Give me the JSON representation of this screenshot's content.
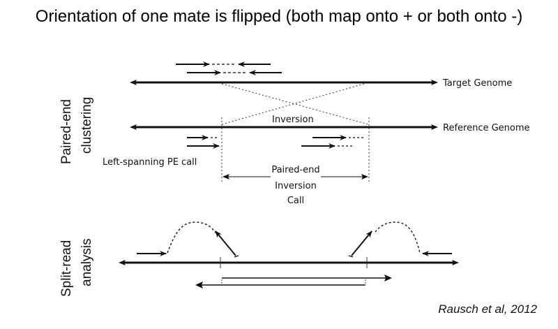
{
  "title": "Orientation of one mate is flipped (both map onto + or both onto -)",
  "citation": "Rausch et al, 2012",
  "sections": {
    "paired_end": {
      "line1": "Paired-end",
      "line2": "clustering"
    },
    "split_read": {
      "line1": "Split-read",
      "line2": "analysis"
    }
  },
  "labels": {
    "target_genome": "Target Genome",
    "reference_genome": "Reference Genome",
    "inversion": "Inversion",
    "left_spanning": "Left-spanning PE call",
    "pe_call_line1": "Paired-end",
    "pe_call_line2": "Inversion",
    "pe_call_line3": "Call"
  }
}
